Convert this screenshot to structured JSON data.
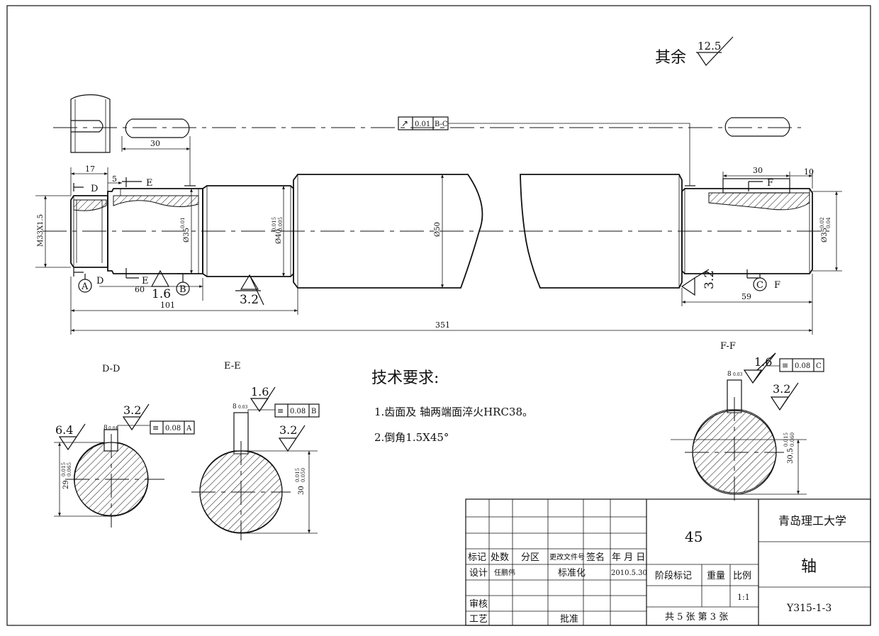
{
  "roughness_default": {
    "prefix": "其余",
    "value": "12.5"
  },
  "tolerance_frames": {
    "runout": {
      "symbol": "↗",
      "value": "0.01",
      "datum": "B-C"
    },
    "dd_sym": {
      "symbol": "≡",
      "value": "0.08",
      "datum": "A"
    },
    "ee_sym": {
      "symbol": "≡",
      "value": "0.08",
      "datum": "B"
    },
    "ff_sym": {
      "symbol": "≡",
      "value": "0.08",
      "datum": "C"
    }
  },
  "dimensions": {
    "keyway_left_len": "30",
    "keyway_right_len": "30",
    "d17": "17",
    "d5": "5",
    "d10": "10",
    "d60": "60",
    "d101": "101",
    "d59": "59",
    "d351": "351",
    "thread": "M33X1.5",
    "dia35": "Ø35",
    "dia35_tol": "0.01",
    "dia40": "Ø40",
    "dia40_tol_up": "0.015",
    "dia40_tol_lo": "0.005",
    "dia50": "Ø50",
    "dia35r": "Ø35",
    "dia35r_tol_up": "0.02",
    "dia35r_tol_lo": "0.04",
    "dd_dim": "29",
    "dd_tol_up": "0.015",
    "dd_tol_lo": "0.065",
    "ee_dim": "30",
    "ee_tol_up": "0.015",
    "ee_tol_lo": "0.050",
    "ff_dim": "30.5",
    "ff_tol_up": "0.015",
    "ff_tol_lo": "0.060",
    "dd_key": "8",
    "dd_key_tol": "0.04",
    "ee_key": "8",
    "ee_key_tol": "0.03",
    "ff_key": "8",
    "ff_key_tol": "0.03"
  },
  "roughness": {
    "r1_6_main": "1.6",
    "r3_2_main": "3.2",
    "r3_2_right": "3.2",
    "dd_6_4": "6.4",
    "dd_3_2": "3.2",
    "ee_1_6": "1.6",
    "ee_3_2": "3.2",
    "ff_1_6": "1.6",
    "ff_3_2": "3.2"
  },
  "section_labels": {
    "D": "D",
    "E": "E",
    "F": "F",
    "dd": "D-D",
    "ee": "E-E",
    "ff": "F-F"
  },
  "datums": {
    "A": "A",
    "B": "B",
    "C": "C"
  },
  "requirements": {
    "title": "技术要求:",
    "items": [
      "1.齿面及 轴两端面淬火HRC38。",
      "2.倒角1.5X45°"
    ]
  },
  "title_block": {
    "material": "45",
    "school": "青岛理工大学",
    "part_name": "轴",
    "drawing_no": "Y315-1-3",
    "headers": [
      "标记",
      "处数",
      "分区",
      "更改文件号",
      "签名",
      "年 月 日"
    ],
    "design_label": "设计",
    "designer": "任鹏伟",
    "standard_label": "标准化",
    "date": "2010.5.30",
    "stage_label": "阶段标记",
    "weight_label": "重量",
    "scale_label": "比例",
    "scale": "1:1",
    "review_label": "审核",
    "process_label": "工艺",
    "approve_label": "批准",
    "sheets": "共 5 张  第 3 张"
  }
}
